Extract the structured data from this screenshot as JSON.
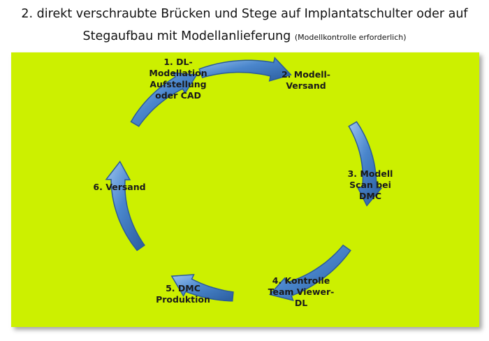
{
  "title": {
    "line1": "2. direkt verschraubte Brücken und Stege auf Implantatschulter oder auf",
    "line2": "Stegaufbau mit Modellanlieferung",
    "note": "(Modellkontrolle erforderlich)"
  },
  "steps": [
    {
      "id": 1,
      "label": "1. DL-\nModellation\nAufstellung\noder CAD"
    },
    {
      "id": 2,
      "label": "2. Modell-\nVersand"
    },
    {
      "id": 3,
      "label": "3. Modell\nScan bei\nDMC"
    },
    {
      "id": 4,
      "label": "4. Kontrolle\nTeam Viewer-\nDL"
    },
    {
      "id": 5,
      "label": "5. DMC\nProduktion"
    },
    {
      "id": 6,
      "label": "6. Versand"
    }
  ],
  "colors": {
    "background": "#ccf000",
    "arrow_fill": "#4a86cc",
    "arrow_stroke": "#2a5a9a"
  },
  "arrow_icon": "curved-arrow-icon"
}
